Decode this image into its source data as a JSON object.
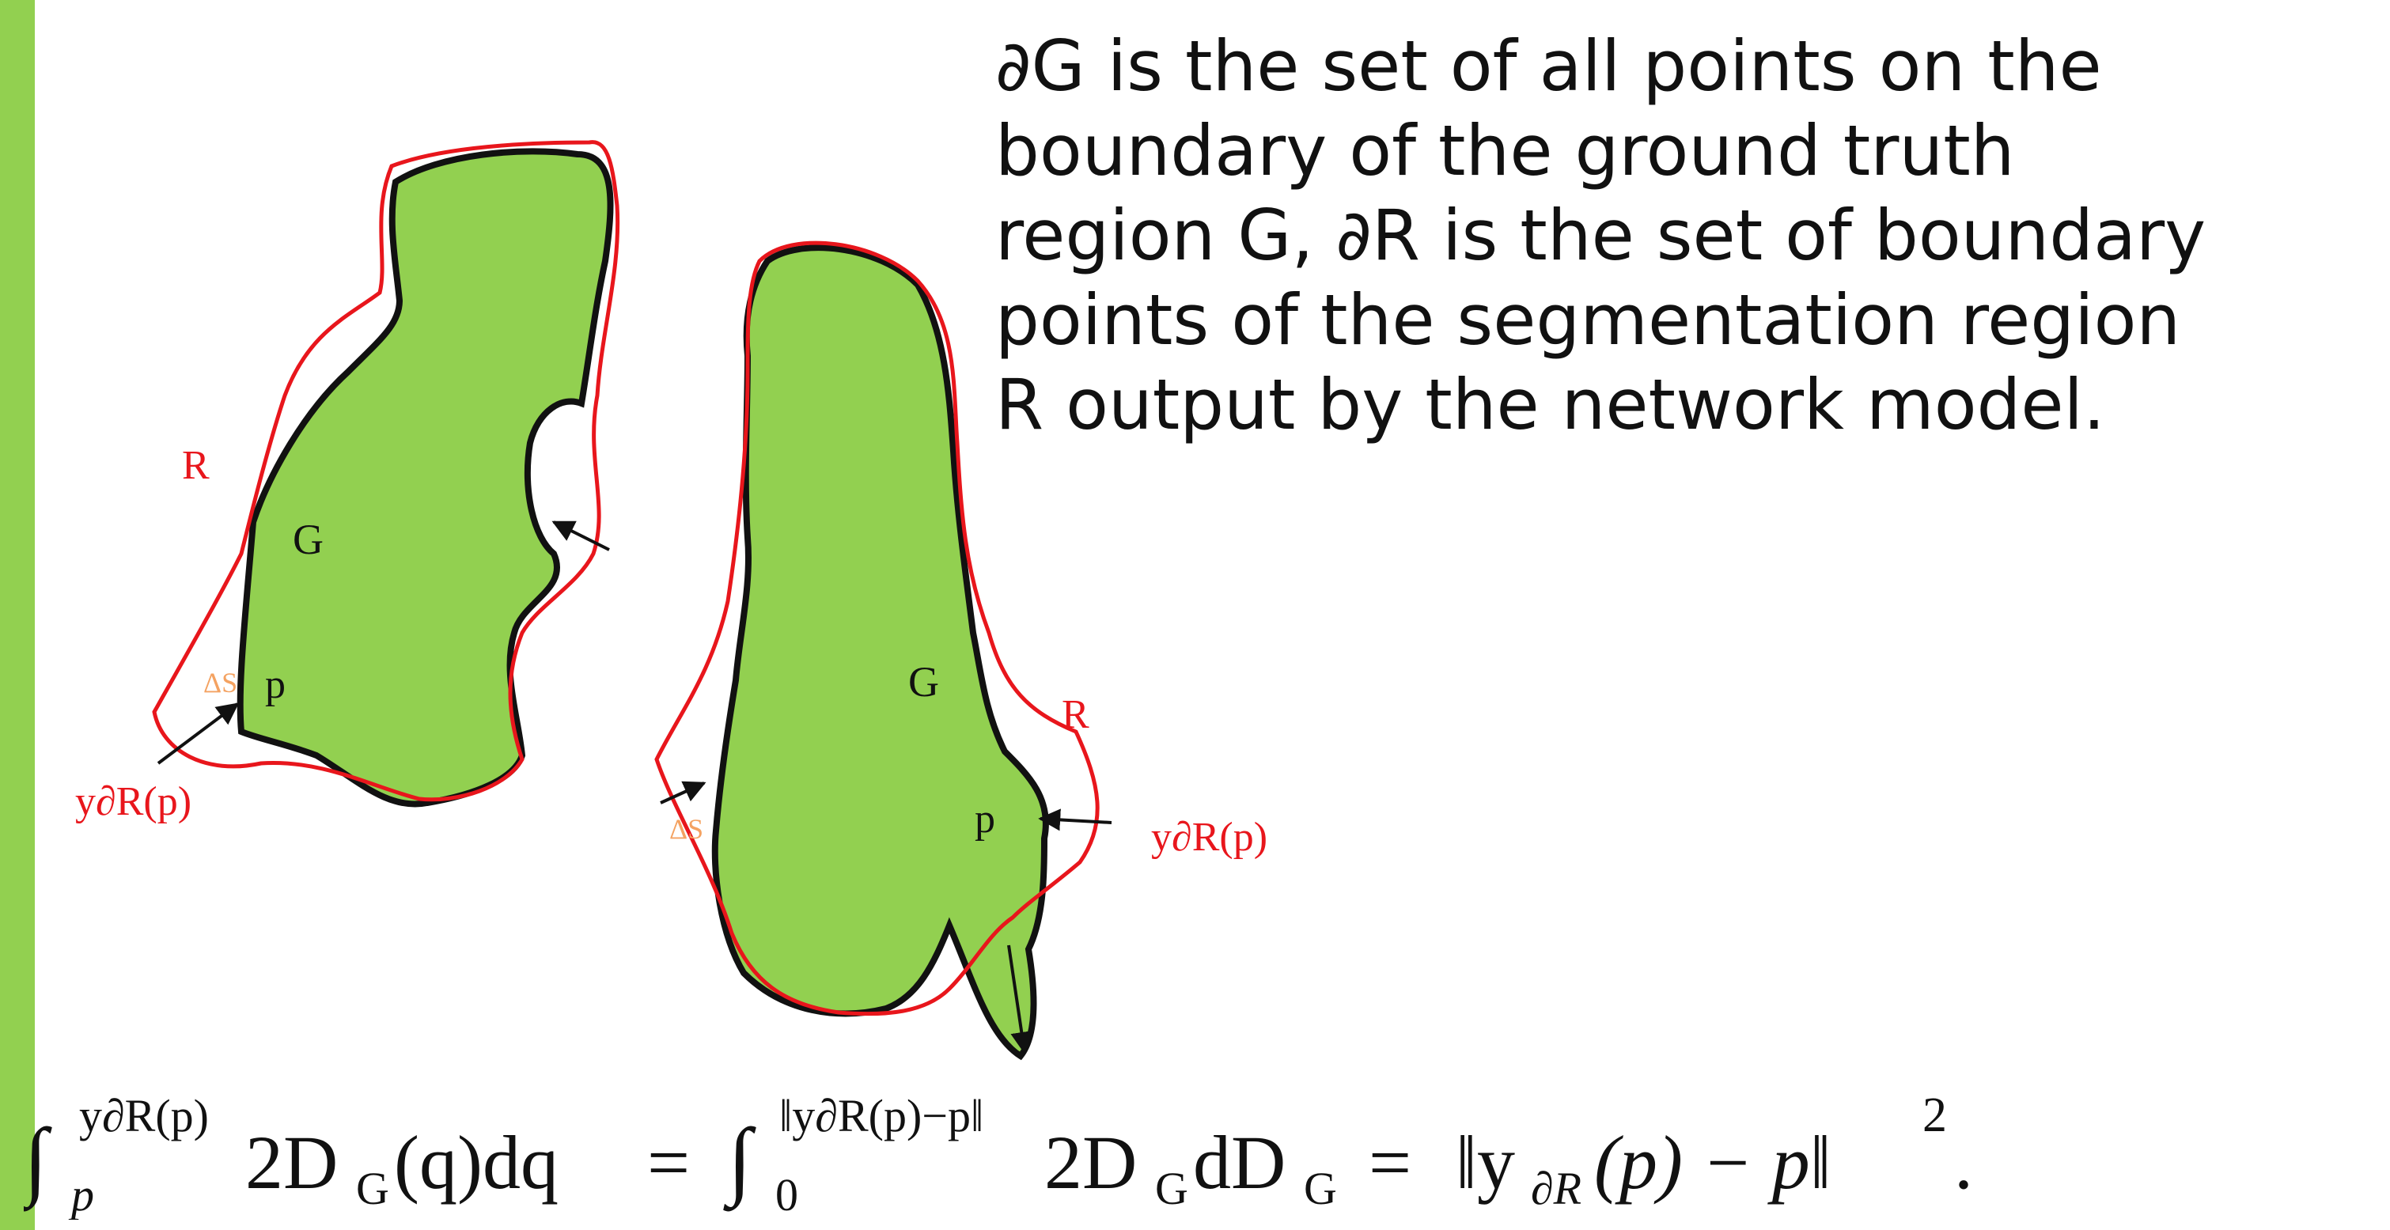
{
  "colors": {
    "accent_bar": "#92d050",
    "region_fill": "#92d050",
    "ground_truth_outline": "#111111",
    "segmentation_outline": "#e8161c",
    "delta_s_label": "#f4a261"
  },
  "description": {
    "lines": [
      "∂G is the set of all points on the",
      "boundary of the ground truth",
      "region G, ∂R is the set of boundary",
      "points of the segmentation region",
      "R output by the network model."
    ]
  },
  "diagram": {
    "left_shape": {
      "region_label": "G",
      "seg_label": "R",
      "point_label": "p",
      "delta_s_label": "ΔS",
      "projection_label": "y∂R(p)"
    },
    "right_shape": {
      "region_label": "G",
      "seg_label": "R",
      "point_label": "p",
      "delta_s_label": "ΔS",
      "projection_label": "y∂R(p)"
    }
  },
  "formula": {
    "equals": "=",
    "lhs_lower_limit": "p",
    "lhs_upper_limit": "y∂R(p)",
    "lhs_integrand": "2D",
    "lhs_integrand_sub": "G",
    "lhs_integrand_arg": "(q)dq",
    "rhs1_lower_limit": "0",
    "rhs1_upper_limit": "‖y∂R(p)−p‖",
    "rhs1_integrand": "2D",
    "rhs1_sub1": "G",
    "rhs1_mid": "dD",
    "rhs1_sub2": "G",
    "rhs2": "‖y",
    "rhs2_sub": "∂R",
    "rhs2_tail": "(p) − p‖",
    "rhs2_exp": "2",
    "period": "."
  }
}
